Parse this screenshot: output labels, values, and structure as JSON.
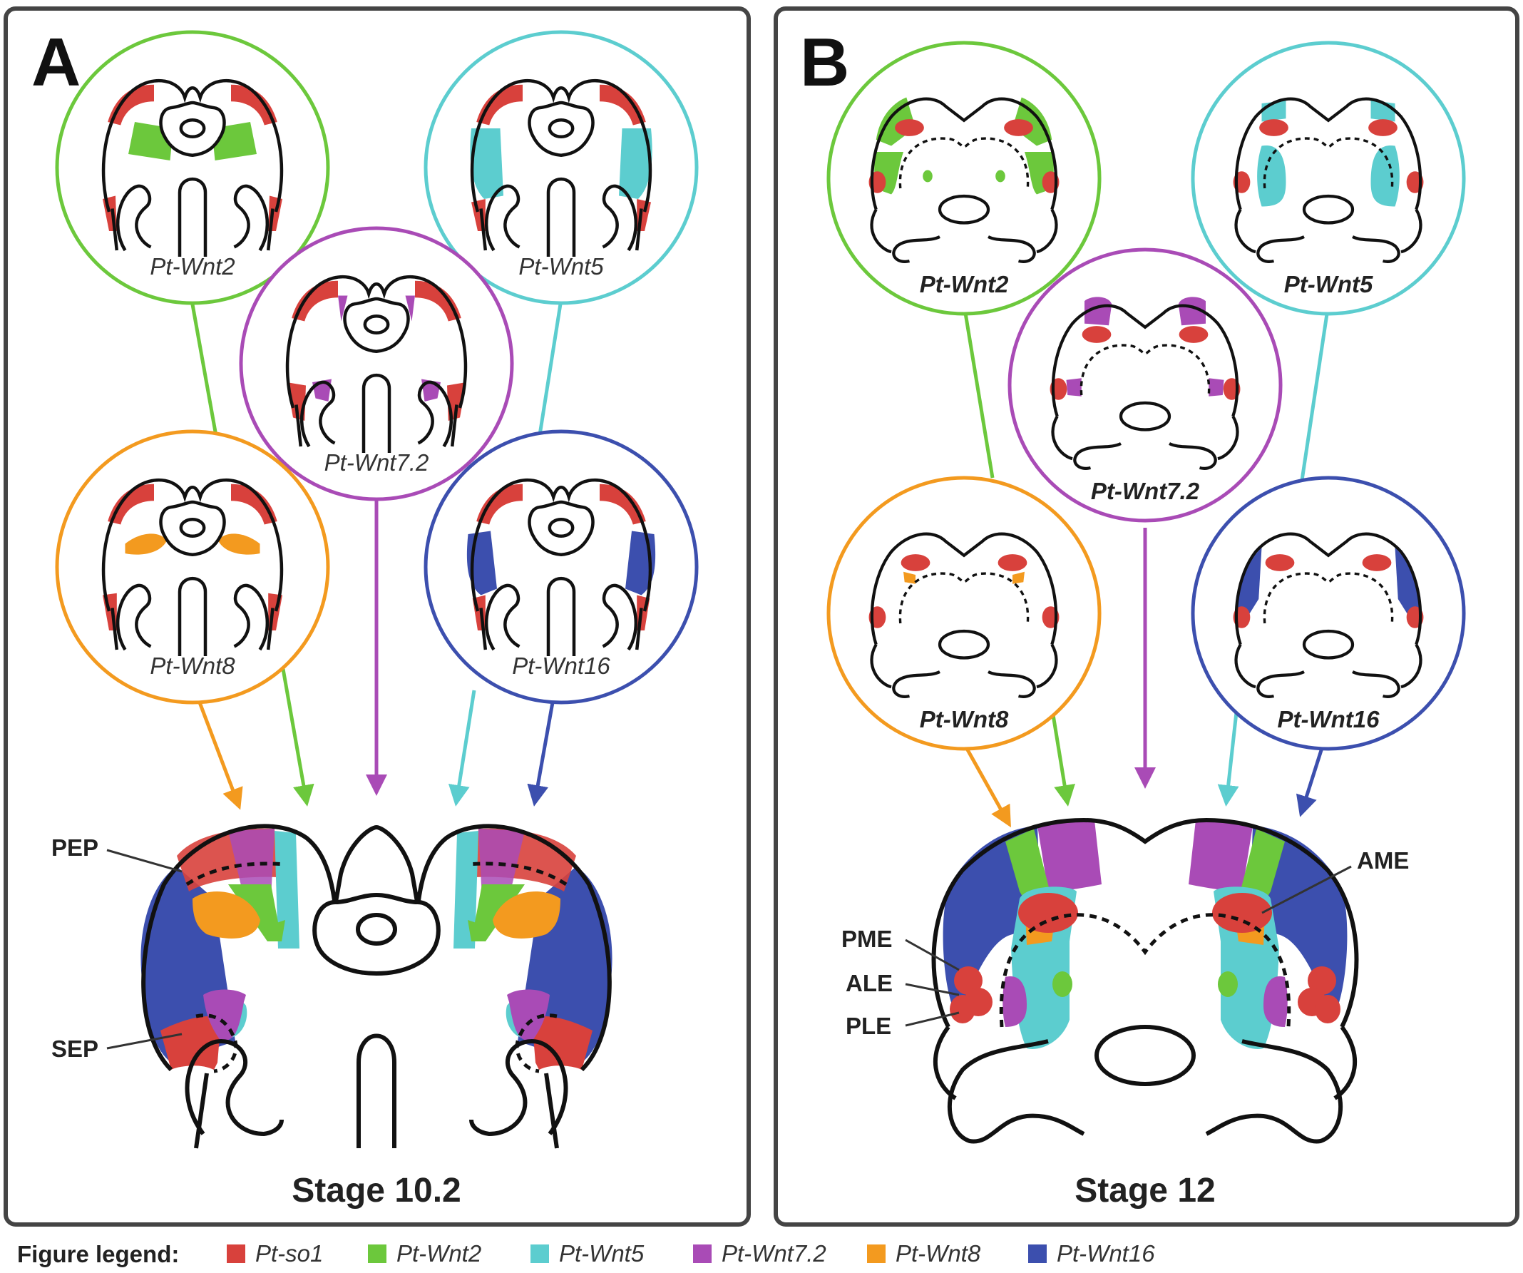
{
  "colors": {
    "so1": "#d8413c",
    "wnt2": "#6cc83c",
    "wnt5": "#5ccdcf",
    "wnt7_2": "#a94bb6",
    "wnt8": "#f39a1f",
    "wnt16": "#3c4fae",
    "frame": "#444444",
    "outline": "#111111"
  },
  "panels": [
    {
      "letter": "A",
      "stage": "Stage 10.2",
      "circles": [
        {
          "label": "Pt-Wnt2"
        },
        {
          "label": "Pt-Wnt5"
        },
        {
          "label": "Pt-Wnt7.2"
        },
        {
          "label": "Pt-Wnt8"
        },
        {
          "label": "Pt-Wnt16"
        }
      ],
      "annotations": [
        {
          "text": "PEP"
        },
        {
          "text": "SEP"
        }
      ]
    },
    {
      "letter": "B",
      "stage": "Stage 12",
      "circles": [
        {
          "label": "Pt-Wnt2"
        },
        {
          "label": "Pt-Wnt5"
        },
        {
          "label": "Pt-Wnt7.2"
        },
        {
          "label": "Pt-Wnt8"
        },
        {
          "label": "Pt-Wnt16"
        }
      ],
      "annotations": [
        {
          "text": "AME"
        },
        {
          "text": "PME"
        },
        {
          "text": "ALE"
        },
        {
          "text": "PLE"
        }
      ]
    }
  ],
  "legend": {
    "title": "Figure legend:",
    "items": [
      {
        "label": "Pt-so1",
        "color": "#d8413c"
      },
      {
        "label": "Pt-Wnt2",
        "color": "#6cc83c"
      },
      {
        "label": "Pt-Wnt5",
        "color": "#5ccdcf"
      },
      {
        "label": "Pt-Wnt7.2",
        "color": "#a94bb6"
      },
      {
        "label": "Pt-Wnt8",
        "color": "#f39a1f"
      },
      {
        "label": "Pt-Wnt16",
        "color": "#3c4fae"
      }
    ]
  }
}
